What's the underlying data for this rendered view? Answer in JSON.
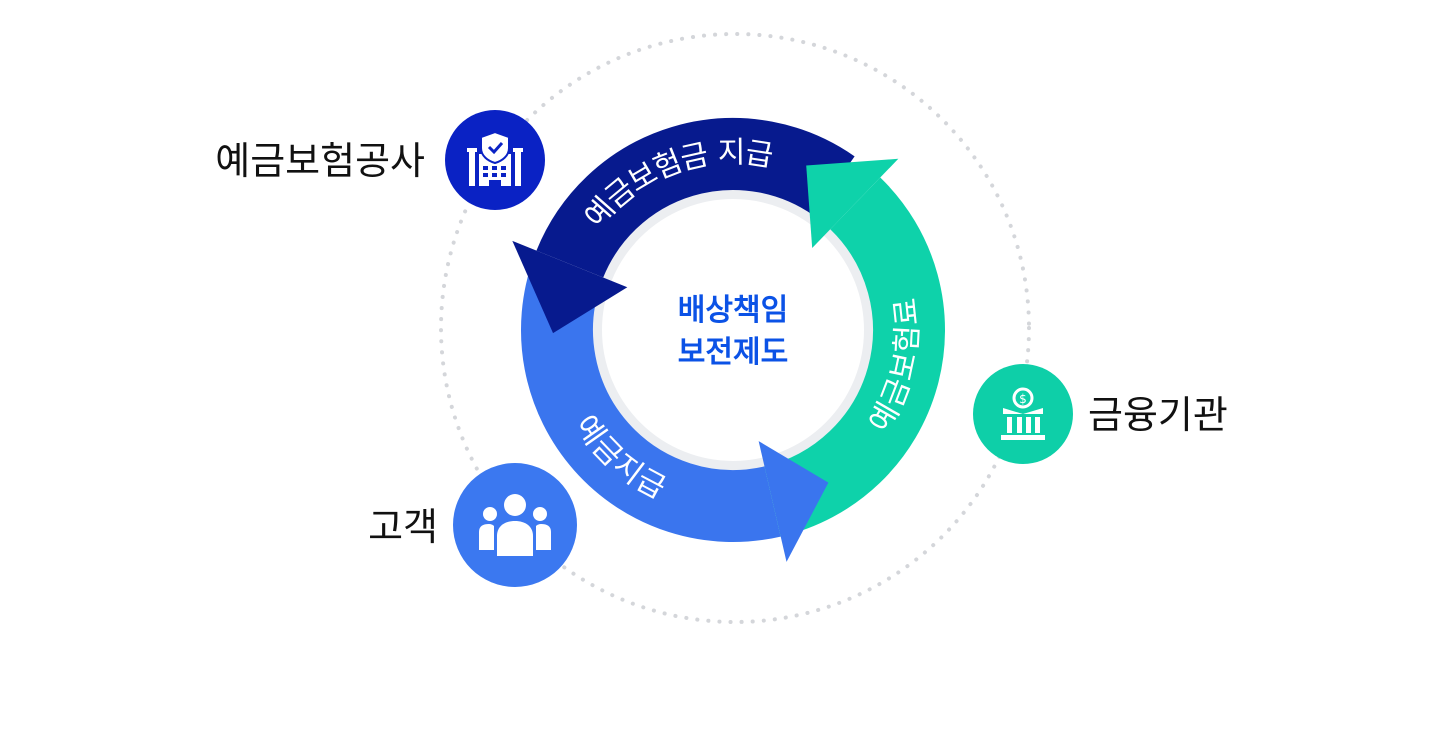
{
  "center": {
    "line1": "배상책임",
    "line2": "보전제도"
  },
  "arrows": {
    "insurer_to_customer": "예금보험금 지급",
    "customer_to_institution": "예금지급",
    "institution_to_insurer": "예금보험료"
  },
  "nodes": {
    "insurer": {
      "label": "예금보험공사",
      "icon": "shield-building-icon",
      "color": "#0a22c4"
    },
    "customer": {
      "label": "고객",
      "icon": "people-group-icon",
      "color": "#3b78f0"
    },
    "institution": {
      "label": "금융기관",
      "icon": "bank-money-icon",
      "color": "#0ecfa8"
    }
  },
  "colors": {
    "navy": "#071a8e",
    "blue": "#3a75ee",
    "green": "#0ed2aa",
    "center_text": "#0b52e6"
  }
}
